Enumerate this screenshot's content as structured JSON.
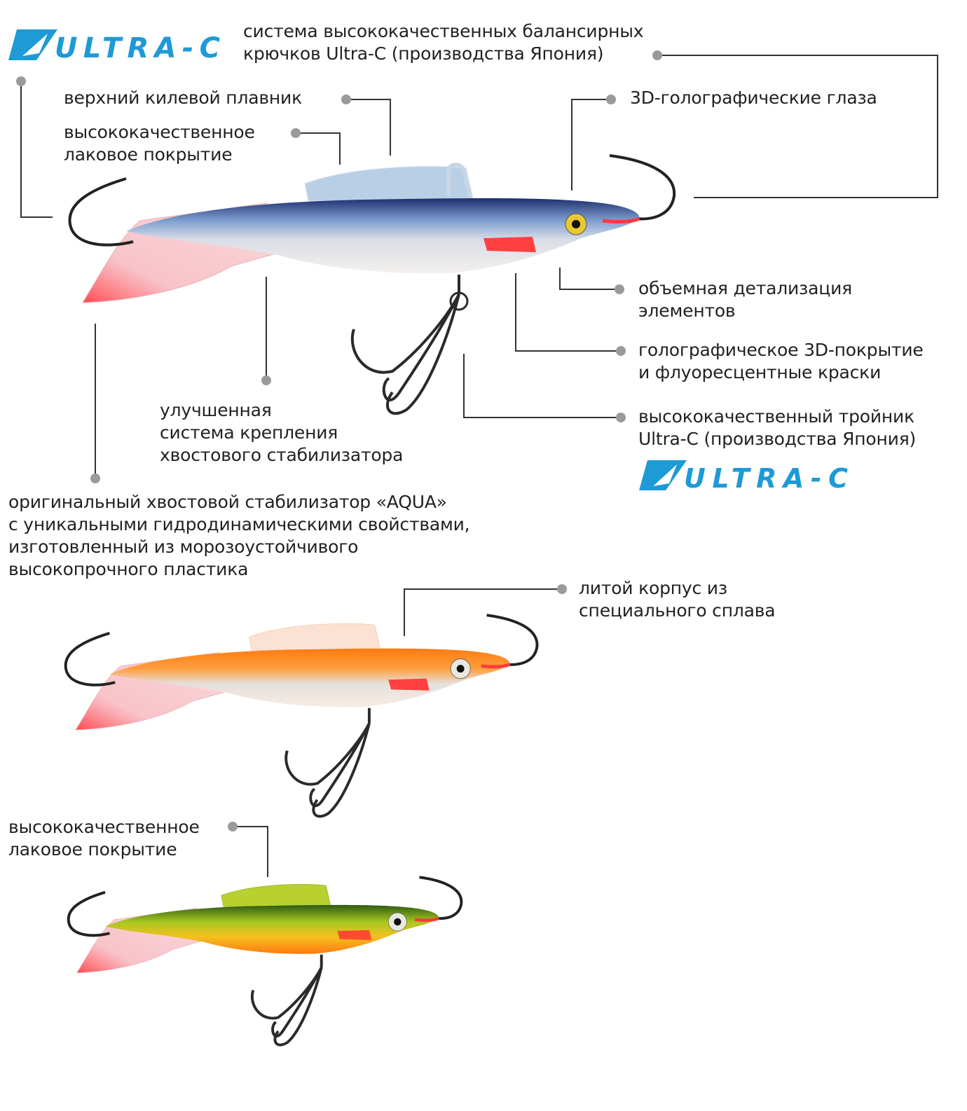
{
  "brand": {
    "logo_text": "ULTRA-C",
    "color": "#1e9ad6"
  },
  "colors": {
    "text": "#231f20",
    "leader": "#333333",
    "dot": "#9a9a9a"
  },
  "callouts": {
    "hooks": [
      "система высококачественных балансирных",
      "крючков Ultra-C (производства Япония)"
    ],
    "keel_fin": [
      "верхний килевой плавник"
    ],
    "lacquer_top": [
      "высококачественное",
      "лаковое покрытие"
    ],
    "eyes": [
      "3D-голографические глаза"
    ],
    "detailing": [
      "объемная детализация",
      "элементов"
    ],
    "holo": [
      "голографическое 3D-покрытие",
      "и флуоресцентные краски"
    ],
    "treble": [
      "высококачественный тройник",
      "Ultra-C (производства Япония)"
    ],
    "tail_mount": [
      "улучшенная",
      "система крепления",
      "хвостового стабилизатора"
    ],
    "aqua": [
      "оригинальный хвостовой стабилизатор «AQUA»",
      "с уникальными гидродинамическими свойствами,",
      "изготовленный из морозоустойчивого",
      "высокопрочного пластика"
    ],
    "alloy": [
      "литой корпус из",
      "специального сплава"
    ],
    "lacquer_bottom": [
      "высококачественное",
      "лаковое покрытие"
    ]
  }
}
